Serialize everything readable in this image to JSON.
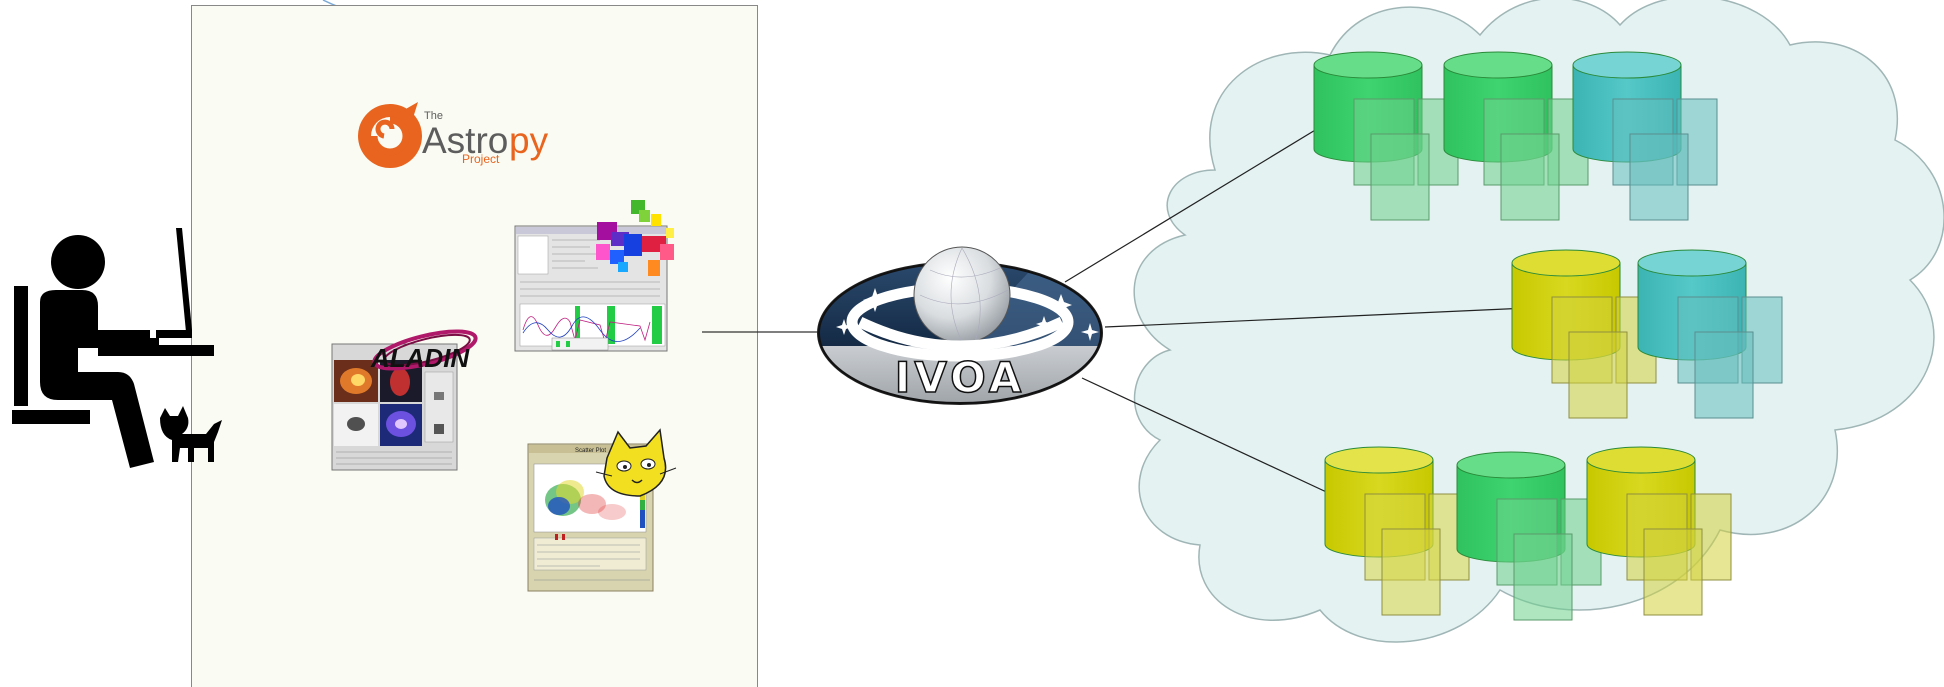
{
  "astropy": {
    "the": "The",
    "astro": "Astro",
    "py": "py",
    "project": "Project"
  },
  "aladin": {
    "name": "ALADIN"
  },
  "topcat": {
    "window_title": "Scatter Plot"
  },
  "ivoa": {
    "name": "IVOA"
  },
  "colors": {
    "astropy_orange": "#e8641f",
    "astropy_grey": "#5d5d5d",
    "panel_bg": "#fafbf2",
    "cloud_fill": "#e4f2f2",
    "cloud_stroke": "#a0b6b6",
    "db_green": "#33cc66",
    "db_lightgreen": "#66dd88",
    "db_teal": "#44bbbb",
    "db_yellow": "#cccc00",
    "db_lightyellow": "#dddd44",
    "ivoa_dark": "#1f3a5c"
  },
  "icons": [
    "user-at-computer-icon",
    "cat-icon",
    "astropy-logo",
    "aladin-logo",
    "topcat-logo",
    "ivoa-logo",
    "database-icon"
  ]
}
